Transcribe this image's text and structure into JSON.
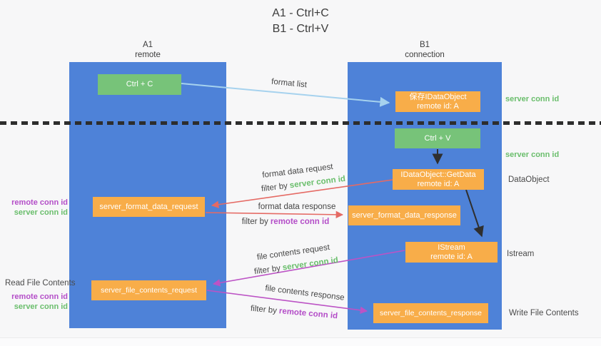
{
  "title": {
    "line1": "A1 - Ctrl+C",
    "line2": "B1 - Ctrl+V"
  },
  "lifelines": {
    "left": {
      "name": "A1",
      "role": "remote"
    },
    "right": {
      "name": "B1",
      "role": "connection"
    }
  },
  "nodes": {
    "ctrl_c": {
      "label": "Ctrl + C"
    },
    "save_dataobject": {
      "line1": "保存IDataObject",
      "line2": "remote id: A"
    },
    "ctrl_v": {
      "label": "Ctrl + V"
    },
    "getdata": {
      "line1": "IDataObject::GetData",
      "line2": "remote id: A"
    },
    "istream": {
      "line1": "IStream",
      "line2": "remote id: A"
    },
    "format_request": {
      "label": "server_format_data_request"
    },
    "format_response": {
      "label": "server_format_data_response"
    },
    "file_request": {
      "label": "server_file_contents_request"
    },
    "file_response": {
      "label": "server_file_contents_response"
    }
  },
  "labels": {
    "format_list": "format list",
    "filter_by": "filter by",
    "server_conn_id": "server conn id",
    "remote_conn_id": "remote conn id",
    "format_data_request": "format data request",
    "format_data_response": "format data response",
    "file_contents_request": "file contents request",
    "file_contents_response": "file contents response",
    "read_file_contents": "Read File Contents",
    "write_file_contents": "Write File Contents",
    "dataobject": "DataObject",
    "istream": "Istream"
  },
  "colors": {
    "lifeline_blue": "#4E82D8",
    "action_green": "#77C379",
    "message_orange": "#F8AD49",
    "request_red": "#E56A64",
    "file_magenta": "#BC53C5",
    "format_list_blue": "#A6D2EE",
    "server_conn_green": "#6ABE6C",
    "remote_conn_purple": "#B44EC8",
    "arrow_black": "#2f2f2f"
  }
}
